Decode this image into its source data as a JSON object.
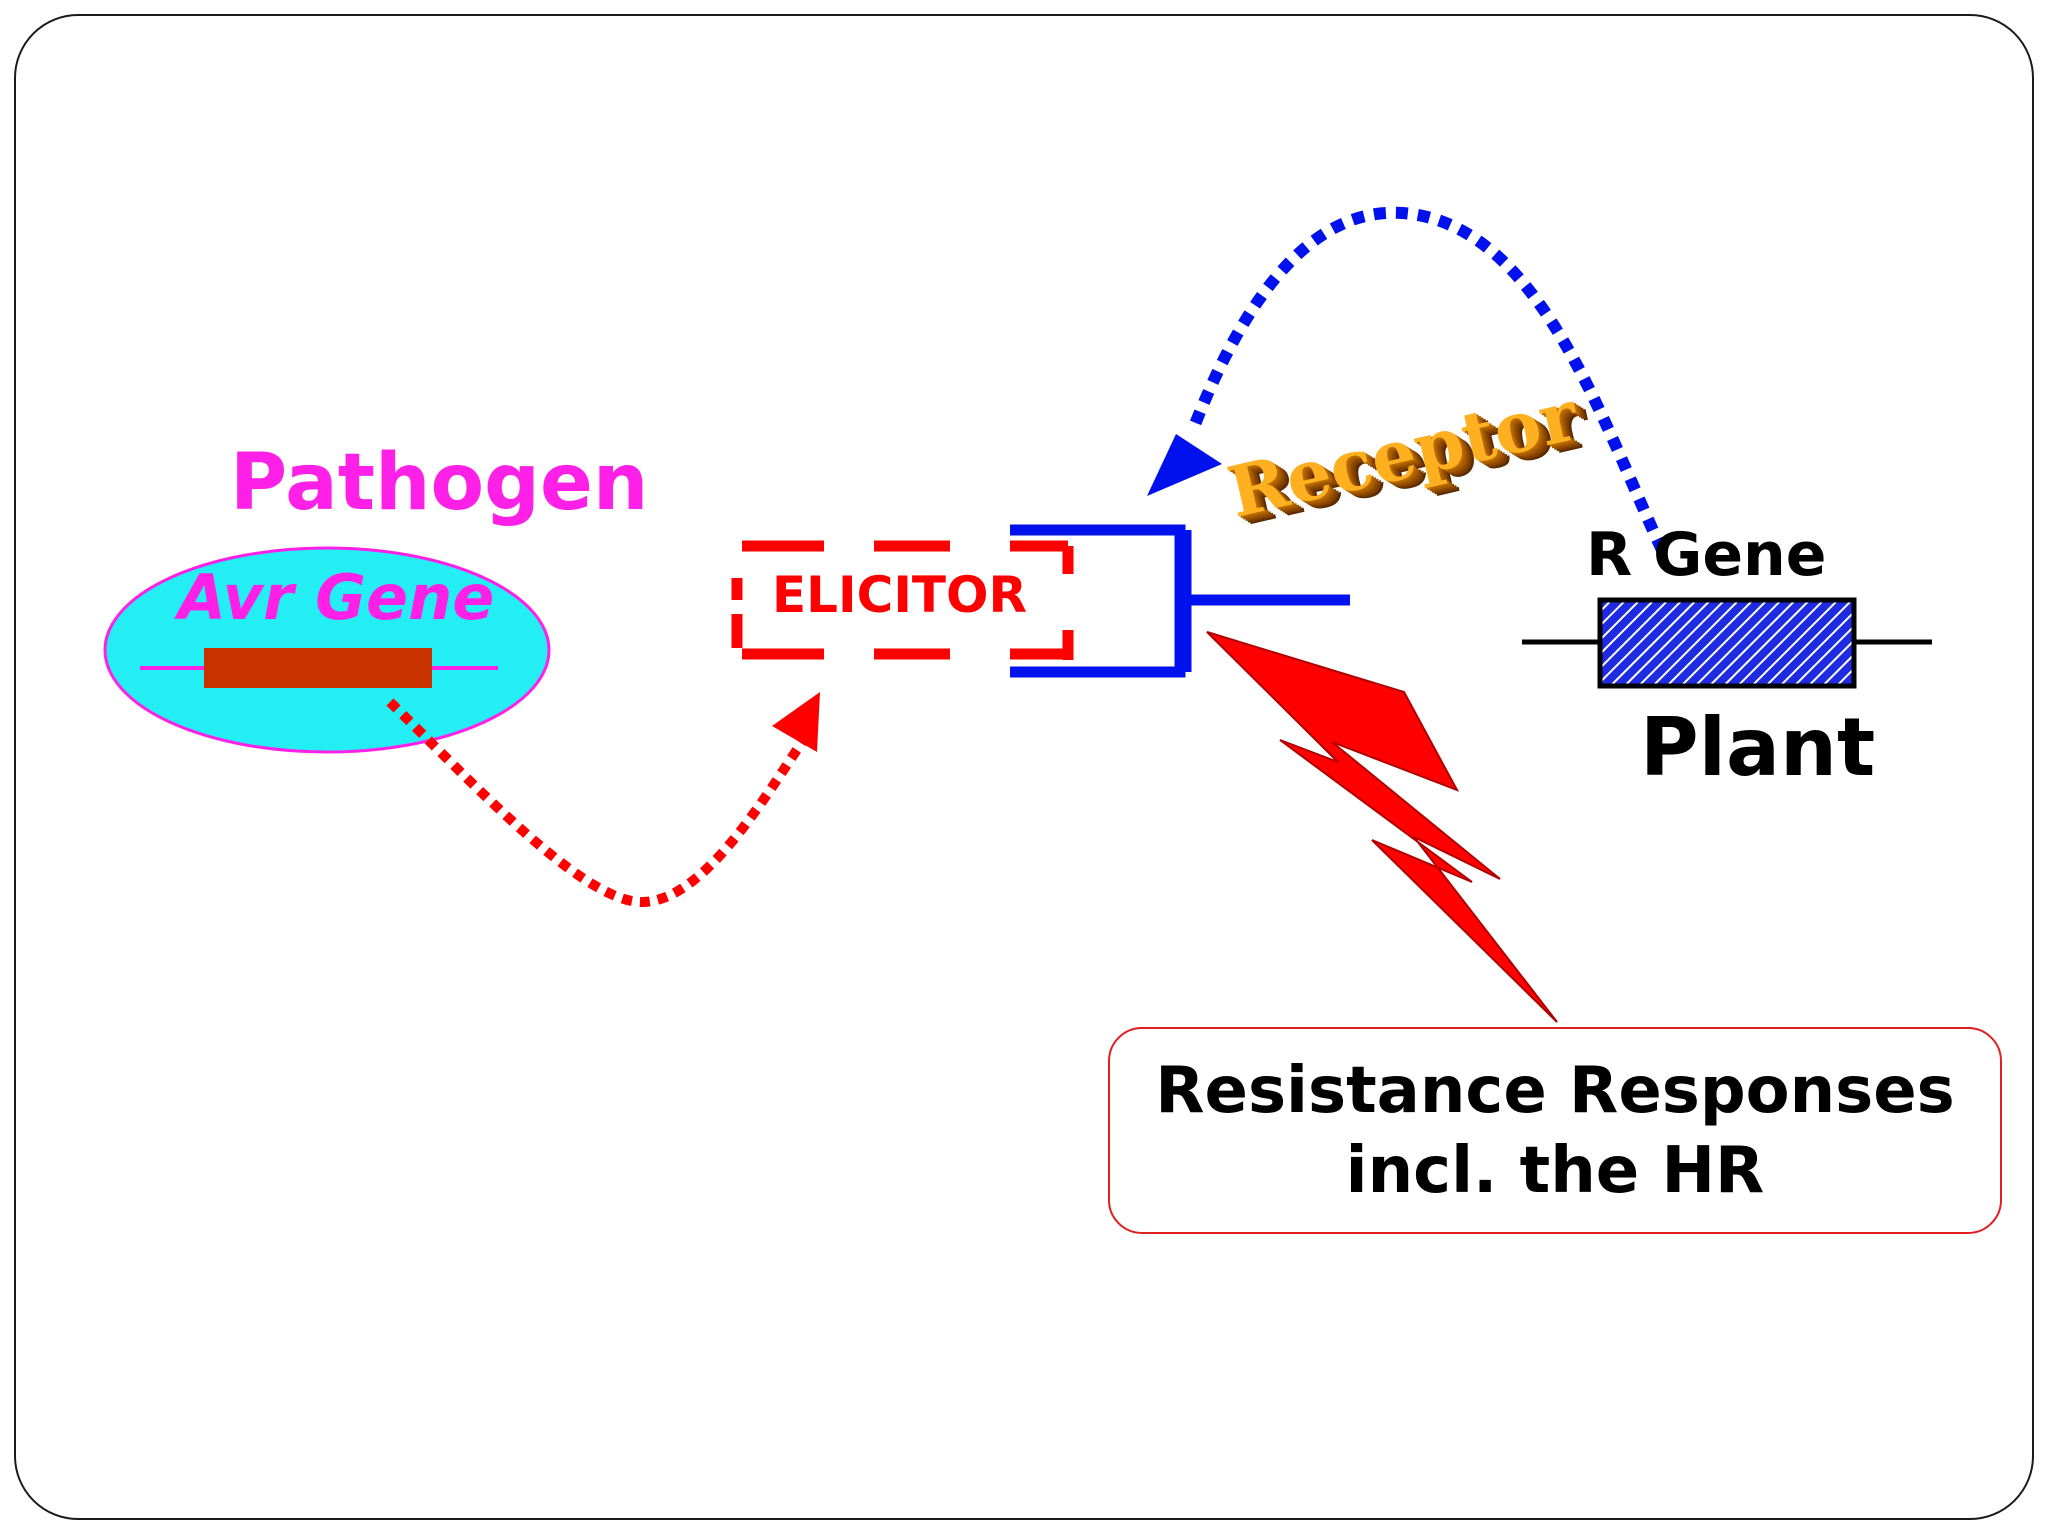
{
  "colors": {
    "pathogen": "#ff20e8",
    "cell_fill": "#22eef4",
    "avr_gene_bar": "#c83200",
    "elicitor": "#ff0000",
    "receptor": "#0011ee",
    "receptor_label": "#ffb020",
    "r_gene_fill": "#1f2be0",
    "signal": "#ff0000",
    "text": "#000000"
  },
  "pathogen": {
    "label": "Pathogen",
    "gene_label": "Avr Gene"
  },
  "elicitor": {
    "label": "ELICITOR"
  },
  "receptor": {
    "label": "Receptor"
  },
  "plant": {
    "gene_label": "R Gene",
    "label": "Plant"
  },
  "response": {
    "line1": "Resistance Responses",
    "line2": "incl. the HR"
  }
}
